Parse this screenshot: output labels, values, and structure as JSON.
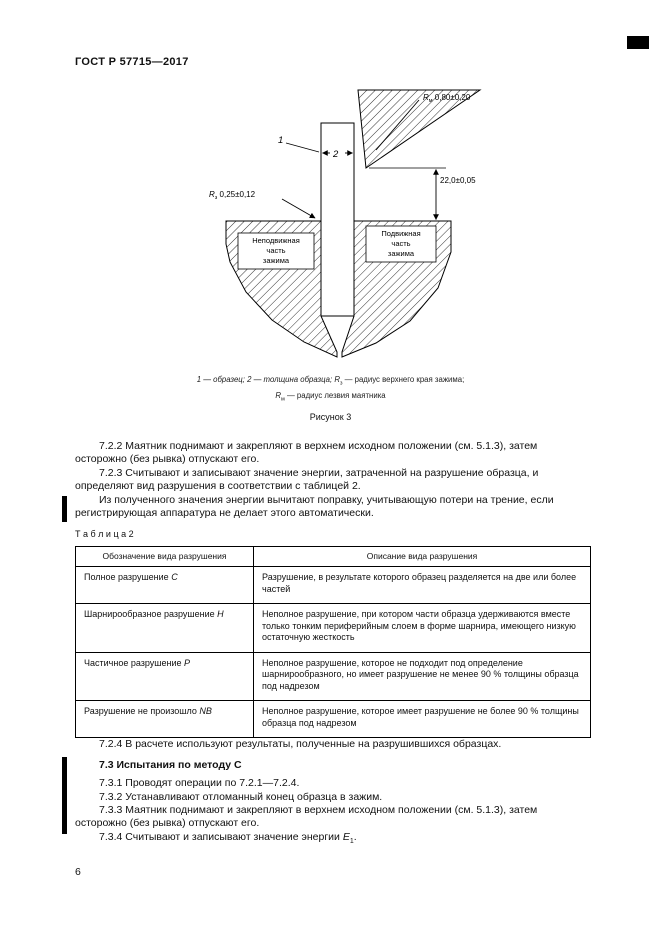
{
  "page": {
    "header": "ГОСТ Р 57715—2017",
    "page_number": "6"
  },
  "figure": {
    "labels": {
      "rm": {
        "base": "R",
        "sub": "м",
        "value": " 0,80±0,20"
      },
      "rz": {
        "base": "R",
        "sub": "з",
        "value": " 0,25±0,12"
      },
      "dim": "22,0±0,05",
      "item1": "1",
      "item2": "2",
      "left_clamp": [
        "Неподвижная",
        "часть",
        "зажима"
      ],
      "right_clamp": [
        "Подвижная",
        "часть",
        "зажима"
      ]
    },
    "caption": {
      "l1a": "1 — образец; 2 — толщина образца; R",
      "l1sub": "з",
      "l1b": " — радиус верхнего края зажима;",
      "l2a": "R",
      "l2sub": "м",
      "l2b": " — радиус лезвия маятника"
    },
    "title": "Рисунок 3"
  },
  "body": {
    "p722": "7.2.2 Маятник поднимают и закрепляют в верхнем исходном положении (см. 5.1.3), затем осторожно (без рывка) отпускают его.",
    "p723": "7.2.3 Считывают и записывают значение энергии, затраченной на разрушение образца, и определяют вид разрушения в соответствии с таблицей 2.",
    "p723b": "Из полученного значения энергии вычитают поправку, учитывающую потери на трение, если регистрирующая аппаратура не делает этого автоматически.",
    "table_label": "Т а б л и ц а  2",
    "p724": "7.2.4 В расчете используют результаты, полученные на разрушившихся образцах.",
    "h73": "7.3 Испытания по методу С",
    "p731": "7.3.1 Проводят операции по 7.2.1—7.2.4.",
    "p732": "7.3.2 Устанавливают отломанный конец образца в зажим.",
    "p733": "7.3.3 Маятник поднимают и закрепляют в верхнем исходном положении (см. 5.1.3), затем осторожно (без рывка) отпускают его.",
    "p734a": "7.3.4 Считывают и записывают значение энергии ",
    "p734_e": "E",
    "p734_sub": "1",
    "p734b": "."
  },
  "table": {
    "headers": [
      "Обозначение вида разрушения",
      "Описание вида разрушения"
    ],
    "rows": [
      {
        "type_text": "Полное разрушение ",
        "type_symbol": "С",
        "description": "Разрушение, в результате которого образец разделяется на две или более частей"
      },
      {
        "type_text": "Шарнирообразное разрушение ",
        "type_symbol": "Н",
        "description": "Неполное разрушение, при котором части образца удерживаются вместе только тонким периферийным слоем в форме шарнира, имеющего низкую остаточную жесткость"
      },
      {
        "type_text": "Частичное разрушение ",
        "type_symbol": "Р",
        "description": "Неполное разрушение, которое не подходит под определение шарнирообразного, но имеет разрушение не менее 90 % толщины образца под надрезом"
      },
      {
        "type_text": "Разрушение не произошло ",
        "type_symbol": "NB",
        "description": "Неполное разрушение, которое имеет разрушение не более 90 % толщины образца под надрезом"
      }
    ]
  }
}
